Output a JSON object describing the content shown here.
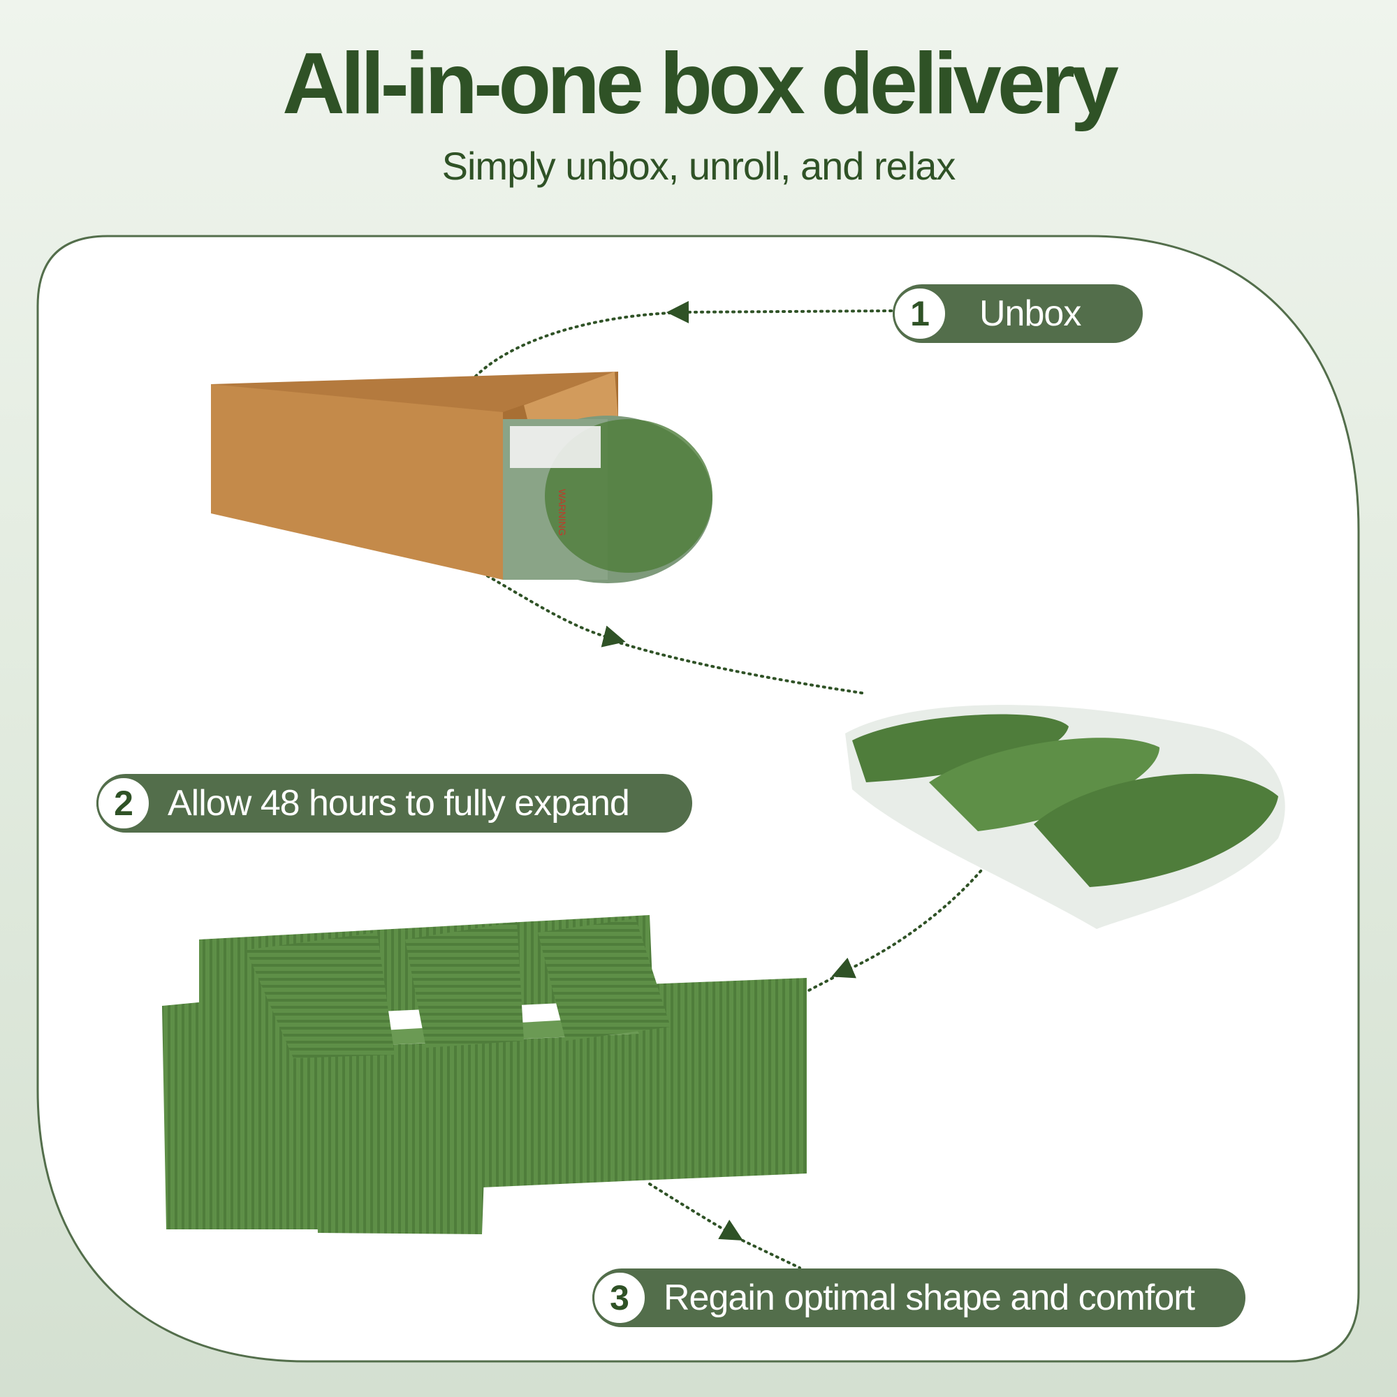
{
  "header": {
    "title": "All-in-one box delivery",
    "subtitle": "Simply unbox, unroll, and relax"
  },
  "steps": [
    {
      "number": "1",
      "label": "Unbox"
    },
    {
      "number": "2",
      "label": "Allow 48 hours to fully expand"
    },
    {
      "number": "3",
      "label": "Regain optimal shape and comfort"
    }
  ],
  "box_label": "WARNING",
  "colors": {
    "brand_green": "#2f5226",
    "pill_green": "#536e4b",
    "sofa_green": "#5e8f47",
    "box_brown": "#c48a4a"
  }
}
